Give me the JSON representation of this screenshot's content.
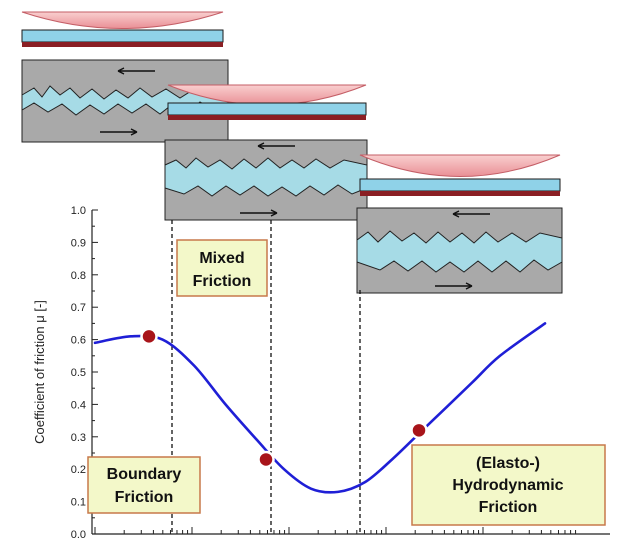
{
  "chart_data": {
    "type": "line",
    "ylabel": "Coefficient of friction μ [-]",
    "ylim": [
      0.0,
      1.0
    ],
    "yticks": [
      "0.0",
      "0.1",
      "0.2",
      "0.3",
      "0.4",
      "0.5",
      "0.6",
      "0.7",
      "0.8",
      "0.9",
      "1.0"
    ],
    "curve_color": "#1f1fd6",
    "marker_color": "#a8141a",
    "series": [
      {
        "values": [
          0.59,
          0.61,
          0.6,
          0.52,
          0.4,
          0.29,
          0.2,
          0.14,
          0.13,
          0.16,
          0.23,
          0.31,
          0.39,
          0.47,
          0.55,
          0.65
        ],
        "x": [
          0.0,
          0.08,
          0.15,
          0.22,
          0.29,
          0.36,
          0.42,
          0.48,
          0.54,
          0.6,
          0.66,
          0.72,
          0.78,
          0.84,
          0.9,
          1.0
        ]
      }
    ],
    "markers": [
      {
        "x": 0.12,
        "y": 0.61
      },
      {
        "x": 0.38,
        "y": 0.23
      },
      {
        "x": 0.72,
        "y": 0.32
      }
    ],
    "regions": [
      {
        "lines": [
          "Boundary",
          "Friction"
        ]
      },
      {
        "lines": [
          "Mixed",
          "Friction"
        ]
      },
      {
        "lines": [
          "(Elasto-)",
          "Hydrodynamic",
          "Friction"
        ]
      }
    ]
  },
  "colors": {
    "lens": "#f6b8b8",
    "fluid": "#8fd2e8",
    "substrate": "#8a1f24",
    "solid": "#a9a9a9",
    "gap_fluid": "#a6dbe6"
  }
}
